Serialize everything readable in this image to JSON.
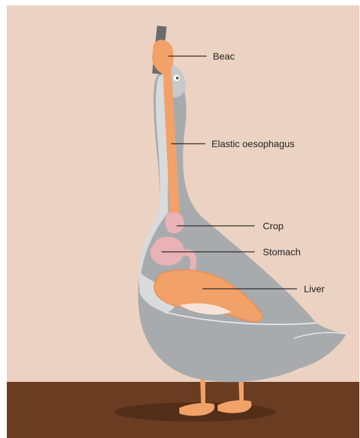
{
  "diagram": {
    "labels": {
      "beak": "Beac",
      "oesophagus": "Elastic oesophagus",
      "crop": "Crop",
      "stomach": "Stomach",
      "liver": "Liver"
    },
    "colors": {
      "background": "#ecd2c2",
      "ground": "#6a3c22",
      "body": "#a8abae",
      "body_light": "#d9dadc",
      "oesophagus": "#f2a168",
      "organs_pink": "#e9b2b6",
      "liver": "#f2a168",
      "tube": "#6b6b6b"
    }
  }
}
